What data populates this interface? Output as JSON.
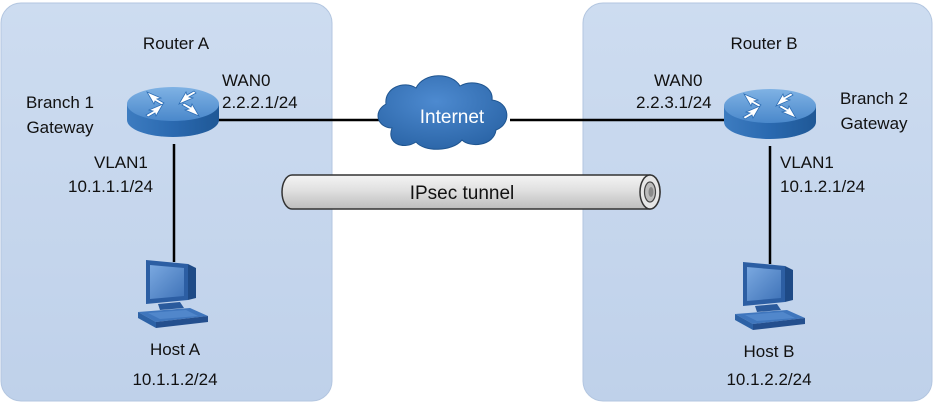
{
  "colors": {
    "site_background": "#c6d6ec",
    "site_border": "#a9bcd8",
    "link": "#000000",
    "router_body": "#2f6fb6",
    "router_top": "#5d9ad6",
    "cloud": "#2e6fb4",
    "host_screen": "#5b8fd0",
    "tunnel_body": "#d9d9d9"
  },
  "site_a": {
    "router_title": "Router A",
    "gateway_line1": "Branch 1",
    "gateway_line2": "Gateway",
    "wan_interface": "WAN0",
    "wan_ip": "2.2.2.1/24",
    "lan_interface": "VLAN1",
    "lan_ip": "10.1.1.1/24",
    "host_name": "Host A",
    "host_ip": "10.1.1.2/24",
    "router_icon": "router-icon",
    "host_icon": "desktop-computer-icon"
  },
  "site_b": {
    "router_title": "Router B",
    "gateway_line1": "Branch 2",
    "gateway_line2": "Gateway",
    "wan_interface": "WAN0",
    "wan_ip": "2.2.3.1/24",
    "lan_interface": "VLAN1",
    "lan_ip": "10.1.2.1/24",
    "host_name": "Host B",
    "host_ip": "10.1.2.2/24",
    "router_icon": "router-icon",
    "host_icon": "desktop-computer-icon"
  },
  "internet": {
    "label": "Internet",
    "icon": "cloud-icon"
  },
  "tunnel": {
    "label": "IPsec tunnel",
    "icon": "pipe-tunnel-icon"
  }
}
